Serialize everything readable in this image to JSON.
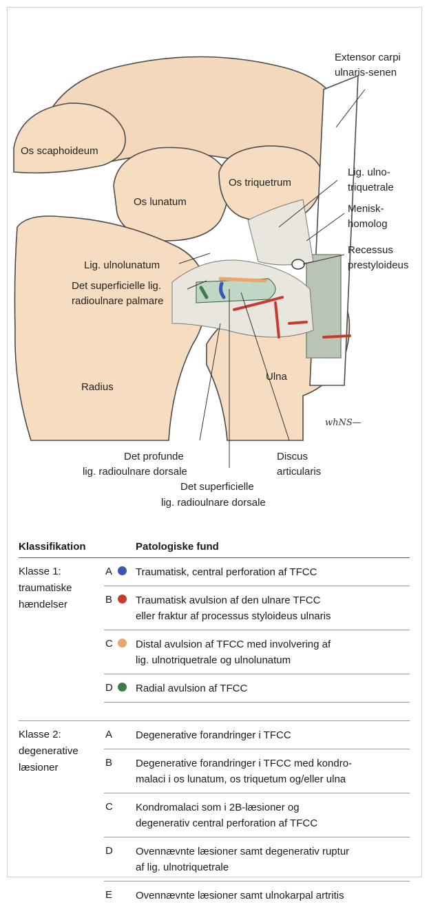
{
  "figure": {
    "labels": {
      "ecu": [
        "Extensor carpi",
        "ulnaris-senen"
      ],
      "scaphoid": "Os scaphoideum",
      "lunatum": "Os lunatum",
      "triquetrum": "Os triquetrum",
      "ulnotriq": [
        "Lig. ulno-",
        "triquetrale"
      ],
      "meniskhom": [
        "Menisk-",
        "homolog"
      ],
      "recessus": [
        "Recessus",
        "prestyloideus"
      ],
      "ulnolun": "Lig. ulnolunatum",
      "sup_palmare": [
        "Det superficielle lig.",
        "radioulnare palmare"
      ],
      "radius": "Radius",
      "ulna": "Ulna",
      "profunde": [
        "Det profunde",
        "lig. radioulnare dorsale"
      ],
      "discus": [
        "Discus",
        "articularis"
      ],
      "sup_dorsale": [
        "Det superficielle",
        "lig. radioulnare dorsale"
      ]
    },
    "signature": "whNS—"
  },
  "table": {
    "header_class": "Klassifikation",
    "header_findings": "Patologiske fund",
    "colors": {
      "blue": "#3a57b8",
      "red": "#c8392f",
      "orange": "#eba56a",
      "green": "#3f7a4e"
    },
    "groups": [
      {
        "label": "Klasse 1:\ntraumatiske\nhændelser",
        "rows": [
          {
            "code": "A",
            "dot": "blue",
            "text": "Traumatisk, central perforation af TFCC"
          },
          {
            "code": "B",
            "dot": "red",
            "text": "Traumatisk avulsion af den ulnare TFCC\neller fraktur af processus styloideus ulnaris"
          },
          {
            "code": "C",
            "dot": "orange",
            "text": "Distal avulsion af TFCC med involvering af\nlig. ulnotriquetrale og ulnolunatum"
          },
          {
            "code": "D",
            "dot": "green",
            "text": "Radial avulsion af TFCC"
          }
        ]
      },
      {
        "label": "Klasse 2:\ndegenerative\nlæsioner",
        "rows": [
          {
            "code": "A",
            "text": "Degenerative forandringer i TFCC"
          },
          {
            "code": "B",
            "text": "Degenerative forandringer i TFCC med kondro-\nmalaci i os lunatum, os triquetum og/eller ulna"
          },
          {
            "code": "C",
            "text": "Kondromalaci som i 2B-læsioner og\ndegenerativ central perforation af TFCC"
          },
          {
            "code": "D",
            "text": "Ovennævnte læsioner samt degenerativ ruptur\naf lig. ulnotriquetrale"
          },
          {
            "code": "E",
            "text": "Ovennævnte læsioner samt ulnokarpal artritis"
          }
        ]
      }
    ]
  }
}
